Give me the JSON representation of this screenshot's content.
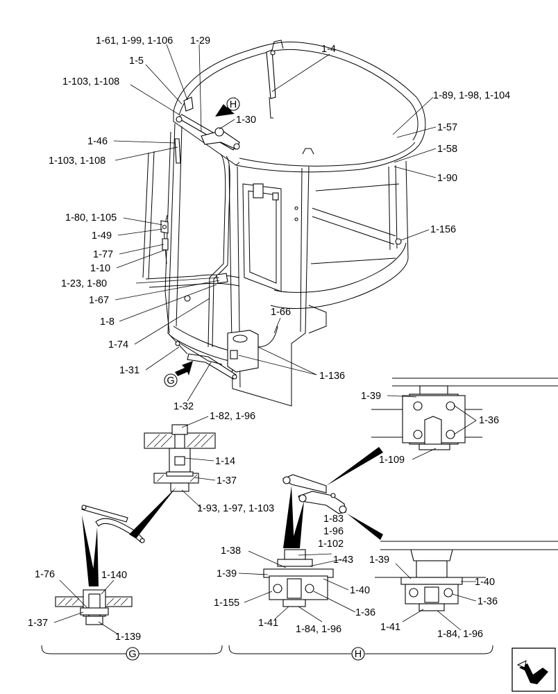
{
  "callouts": {
    "c1": "1-61, 1-99, 1-106",
    "c2": "1-29",
    "c3": "1-5",
    "c4": "1-4",
    "c5": "1-103, 1-108",
    "c6": "1-89, 1-98, 1-104",
    "c7": "1-30",
    "c8": "1-57",
    "c9": "1-46",
    "c10": "1-58",
    "c11": "1-103, 1-108",
    "c12": "1-90",
    "c13": "1-80, 1-105",
    "c14": "1-156",
    "c15": "1-49",
    "c16": "1-77",
    "c17": "1-10",
    "c18": "1-23, 1-80",
    "c19": "1-67",
    "c20": "1-66",
    "c21": "1-8",
    "c22": "1-74",
    "c23": "1-31",
    "c24": "1-136",
    "c25": "1-32",
    "c26": "1-39",
    "c27": "1-36",
    "c28": "1-82, 1-96",
    "c29": "1-109",
    "c30": "1-14",
    "c31": "1-37",
    "c32": "1-93, 1-97, 1-103",
    "c33": "1-83",
    "c34": "1-96",
    "c35": "1-102",
    "c36": "1-38",
    "c37": "1-43",
    "c38": "1-39",
    "c39": "1-39",
    "c40": "1-40",
    "c41": "1-40",
    "c42": "1-155",
    "c43": "1-36",
    "c44": "1-36",
    "c45": "1-41",
    "c46": "1-84, 1-96",
    "c47": "1-41",
    "c48": "1-84, 1-96",
    "c49": "1-76",
    "c50": "1-140",
    "c51": "1-37",
    "c52": "1-139"
  },
  "views": {
    "g": "G",
    "h": "H",
    "g_bracket": "G",
    "h_bracket": "H"
  },
  "icons": {
    "nav": "next-page-arrow-icon"
  }
}
